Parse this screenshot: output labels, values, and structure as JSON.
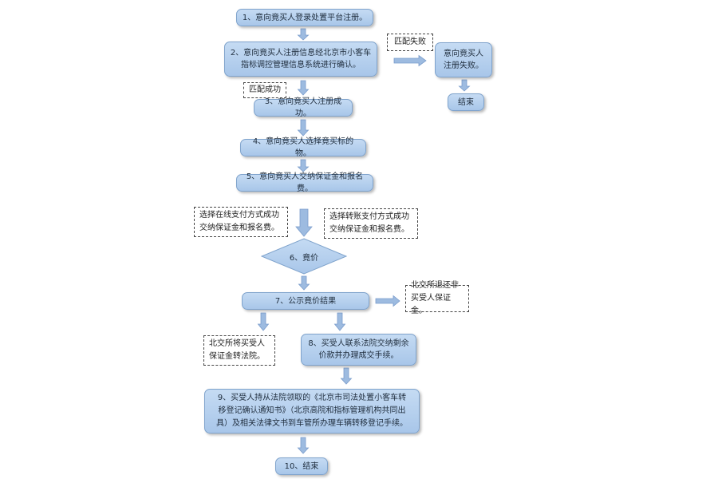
{
  "steps": {
    "s1": "1、意向竟买人登录处置平台注册。",
    "s2": "2、意向竟买人注册信息经北京市小客车\n指标调控管理信息系统进行确认。",
    "s3": "3、意向竟买人注册成功。",
    "s4": "4、意向竟买人选择竟买标的物。",
    "s5": "5、意向竟买人交纳保证金和报名费。",
    "s6": "6、竟价",
    "s7": "7、公示竟价结果",
    "s8": "8、买受人联系法院交纳剩余\n价款并办理成交手续。",
    "s9": "9、买受人持从法院领取的《北京市司法处置小客车转\n移登记确认通知书》（北京高院和指标管理机构共同出\n具）及相关法律文书到车管所办理车辆转移登记手续。",
    "s10": "10、结束"
  },
  "failure_branch": {
    "condition": "匹配失败",
    "result": "意向竟买人\n注册失败。",
    "end": "结束"
  },
  "notes": {
    "match_success": "匹配成功",
    "online_payment": "选择在线支付方式成功\n交纳保证金和报名费。",
    "transfer_payment": "选择转账支付方式成功\n交纳保证金和报名费。",
    "refund_deposit": "北交所退还非\n买受人保证金。",
    "deposit_to_court": "北交所将买受人\n保证金转法院。"
  },
  "colors": {
    "box_fill_top": "#c5dbf3",
    "box_fill_bottom": "#a8c6e9",
    "box_border": "#7fa3cc",
    "arrow_fill": "#9dbbe0",
    "arrow_stroke": "#7a9ccb"
  }
}
